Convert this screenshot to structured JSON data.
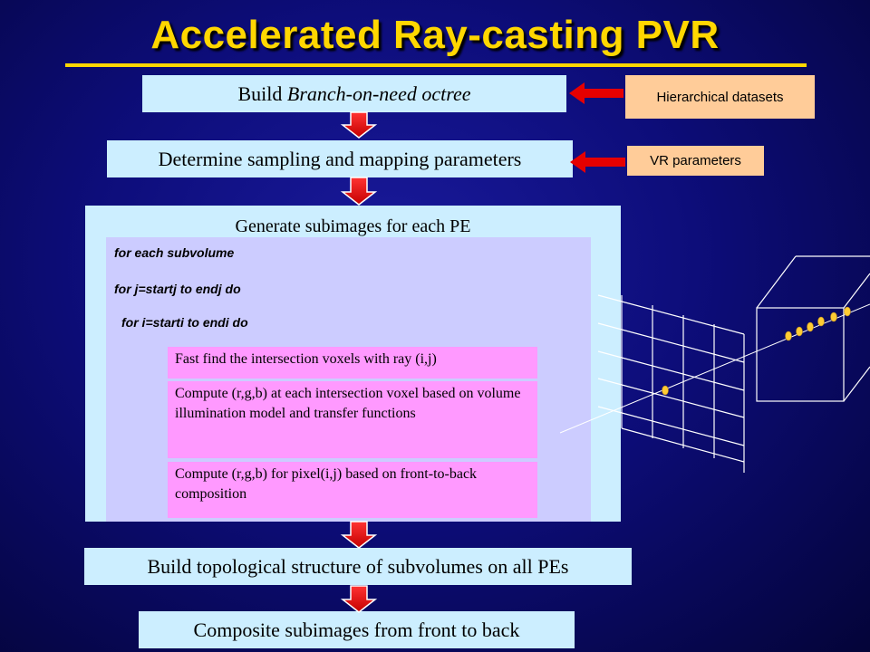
{
  "title": "Accelerated Ray-casting PVR",
  "steps": {
    "octree_prefix": "Build ",
    "octree_italic": "Branch-on-need octree",
    "sampling": "Determine sampling and mapping parameters",
    "topology": "Build topological structure of subvolumes on all PEs",
    "composite": "Composite subimages from front to back"
  },
  "tags": {
    "hierarchical": "Hierarchical  datasets",
    "vr": "VR parameters"
  },
  "panel": {
    "title": "Generate subimages for each PE",
    "loops": [
      "for each subvolume",
      "for j=startj to endj do",
      "for i=starti to endi do"
    ],
    "boxes": [
      "Fast find the intersection voxels with ray (i,j)",
      "Compute (r,g,b) at each intersection voxel based on volume illumination model and transfer functions",
      "Compute (r,g,b) for pixel(i,j) based on front-to-back composition"
    ]
  },
  "colors": {
    "title": "#ffd700",
    "step_box": "#cceeff",
    "tag_box": "#ffcc99",
    "inner_box": "#ccccff",
    "pink_box": "#ff99ff",
    "arrow": "#e60000",
    "sample_point": "#ffcc33"
  }
}
